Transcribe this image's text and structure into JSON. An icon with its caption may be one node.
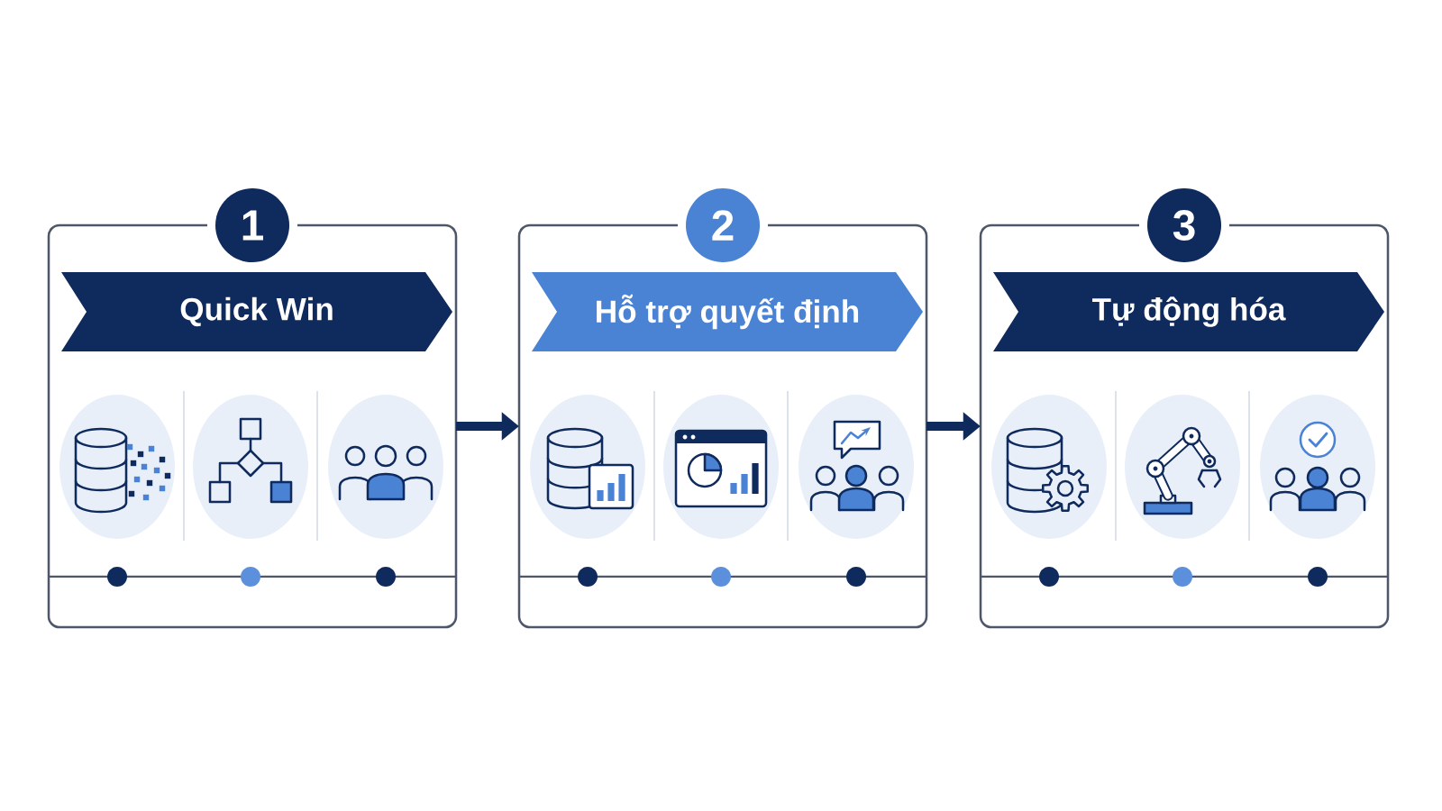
{
  "diagram": {
    "nodes": [
      {
        "text": [
          "1"
        ]
      },
      {
        "text": [],
        "shape": "box"
      },
      {
        "text": [
          "Quick Win"
        ],
        "in": 1
      },
      {
        "text": [
          "2"
        ]
      },
      {
        "text": [],
        "shape": "box"
      },
      {
        "text": [
          "Hỗ trợ quyết định"
        ],
        "in": 4
      },
      {
        "text": [
          "3"
        ]
      },
      {
        "text": [],
        "shape": "box"
      },
      {
        "text": [
          "Tự động hóa"
        ],
        "in": 7
      }
    ],
    "edges": [
      {
        "from": 1,
        "to": 4,
        "arrow": "to"
      },
      {
        "from": 4,
        "to": 7,
        "arrow": "to"
      }
    ]
  }
}
